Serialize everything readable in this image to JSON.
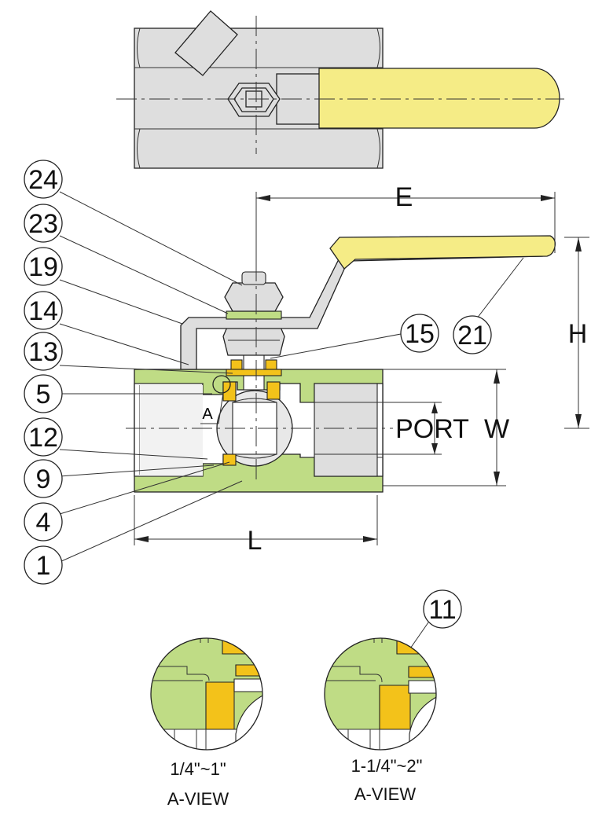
{
  "colors": {
    "body_green": "#bfdc85",
    "handle_yellow": "#f5ec86",
    "seat_orange": "#f3c21a",
    "metal_gray": "#dedede",
    "outline": "#222222"
  },
  "callouts": [
    {
      "id": "24",
      "label": "24"
    },
    {
      "id": "23",
      "label": "23"
    },
    {
      "id": "19",
      "label": "19"
    },
    {
      "id": "14",
      "label": "14"
    },
    {
      "id": "13",
      "label": "13"
    },
    {
      "id": "5",
      "label": "5"
    },
    {
      "id": "12",
      "label": "12"
    },
    {
      "id": "9",
      "label": "9"
    },
    {
      "id": "4",
      "label": "4"
    },
    {
      "id": "1",
      "label": "1"
    },
    {
      "id": "15",
      "label": "15"
    },
    {
      "id": "21",
      "label": "21"
    },
    {
      "id": "11",
      "label": "11"
    }
  ],
  "dimensions": {
    "E": "E",
    "H": "H",
    "W": "W",
    "L": "L",
    "PORT": "PORT",
    "A": "A"
  },
  "details": [
    {
      "size": "1/4\"~1\"",
      "view": "A-VIEW"
    },
    {
      "size": "1-1/4\"~2\"",
      "view": "A-VIEW"
    }
  ]
}
